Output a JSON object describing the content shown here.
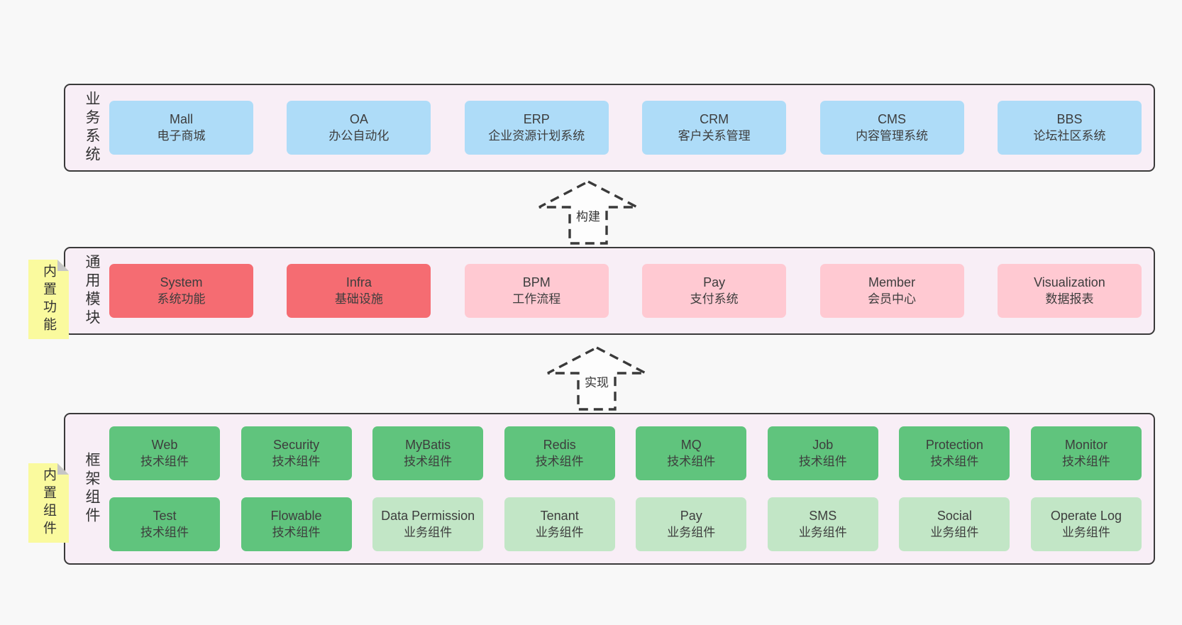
{
  "palette": {
    "page_bg": "#F8F8F8",
    "panel_bg": "#F8EEF6",
    "line": "#3A3A3A",
    "text": "#3D3D3D",
    "blue": "#AEDCF8",
    "red": "#F56C72",
    "pink": "#FFC9D2",
    "green": "#60C47D",
    "light_green": "#C2E6C6",
    "sticky": "#FAFA9E",
    "fold": "#C6C6C6"
  },
  "arrows": [
    {
      "label": "构建"
    },
    {
      "label": "实现"
    }
  ],
  "layers": {
    "business": {
      "label": "业务系统",
      "boxes": [
        {
          "title": "Mall",
          "subtitle": "电子商城"
        },
        {
          "title": "OA",
          "subtitle": "办公自动化"
        },
        {
          "title": "ERP",
          "subtitle": "企业资源计划系统"
        },
        {
          "title": "CRM",
          "subtitle": "客户关系管理"
        },
        {
          "title": "CMS",
          "subtitle": "内容管理系统"
        },
        {
          "title": "BBS",
          "subtitle": "论坛社区系统"
        }
      ]
    },
    "modules": {
      "label": "通用模块",
      "sticky": "内置功能",
      "boxes": [
        {
          "title": "System",
          "subtitle": "系统功能"
        },
        {
          "title": "Infra",
          "subtitle": "基础设施"
        },
        {
          "title": "BPM",
          "subtitle": "工作流程"
        },
        {
          "title": "Pay",
          "subtitle": "支付系统"
        },
        {
          "title": "Member",
          "subtitle": "会员中心"
        },
        {
          "title": "Visualization",
          "subtitle": "数据报表"
        }
      ]
    },
    "components": {
      "label": "框架组件",
      "sticky": "内置组件",
      "row1": [
        {
          "title": "Web",
          "subtitle": "技术组件"
        },
        {
          "title": "Security",
          "subtitle": "技术组件"
        },
        {
          "title": "MyBatis",
          "subtitle": "技术组件"
        },
        {
          "title": "Redis",
          "subtitle": "技术组件"
        },
        {
          "title": "MQ",
          "subtitle": "技术组件"
        },
        {
          "title": "Job",
          "subtitle": "技术组件"
        },
        {
          "title": "Protection",
          "subtitle": "技术组件"
        },
        {
          "title": "Monitor",
          "subtitle": "技术组件"
        }
      ],
      "row2": [
        {
          "title": "Test",
          "subtitle": "技术组件"
        },
        {
          "title": "Flowable",
          "subtitle": "技术组件"
        },
        {
          "title": "Data Permission",
          "subtitle": "业务组件"
        },
        {
          "title": "Tenant",
          "subtitle": "业务组件"
        },
        {
          "title": "Pay",
          "subtitle": "业务组件"
        },
        {
          "title": "SMS",
          "subtitle": "业务组件"
        },
        {
          "title": "Social",
          "subtitle": "业务组件"
        },
        {
          "title": "Operate Log",
          "subtitle": "业务组件"
        }
      ]
    }
  }
}
